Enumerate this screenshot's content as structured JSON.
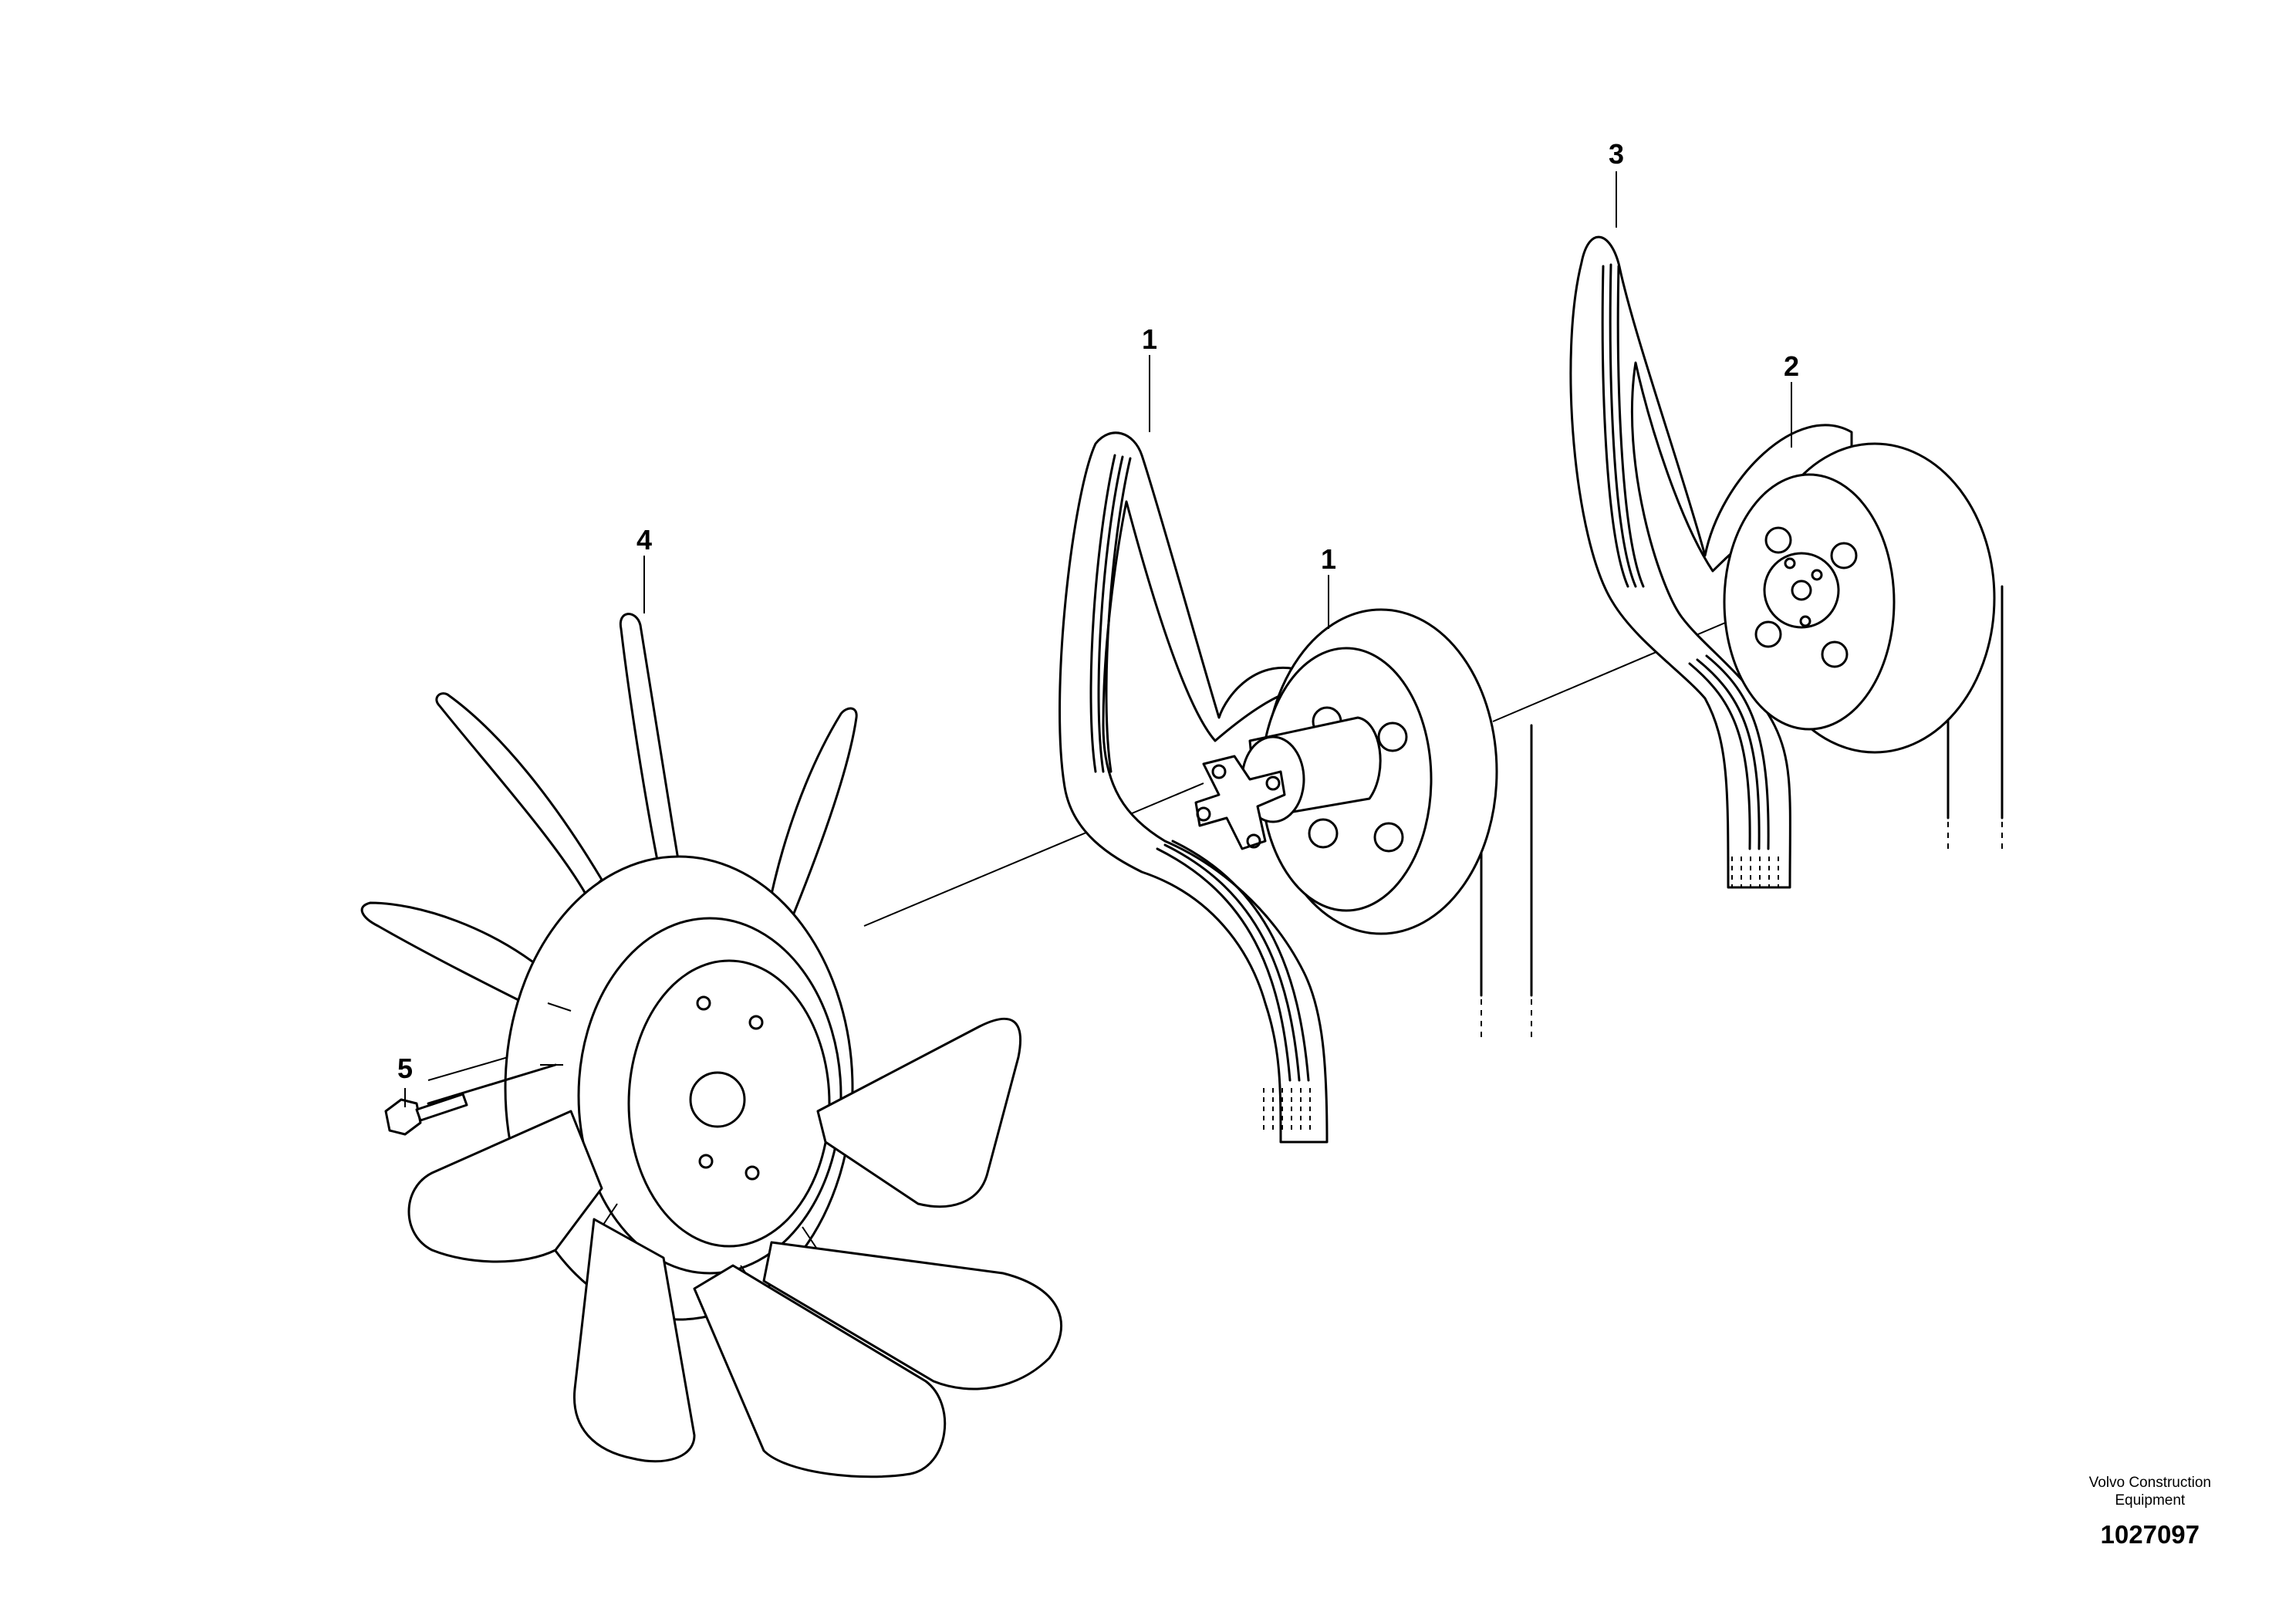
{
  "callouts": {
    "fan": "4",
    "bolt": "5",
    "belt_front": "1",
    "hub_front": "1",
    "belt_rear": "3",
    "pulley_rear": "2"
  },
  "stamp": {
    "company_line1": "Volvo Construction",
    "company_line2": "Equipment",
    "drawing_number": "1027097"
  }
}
